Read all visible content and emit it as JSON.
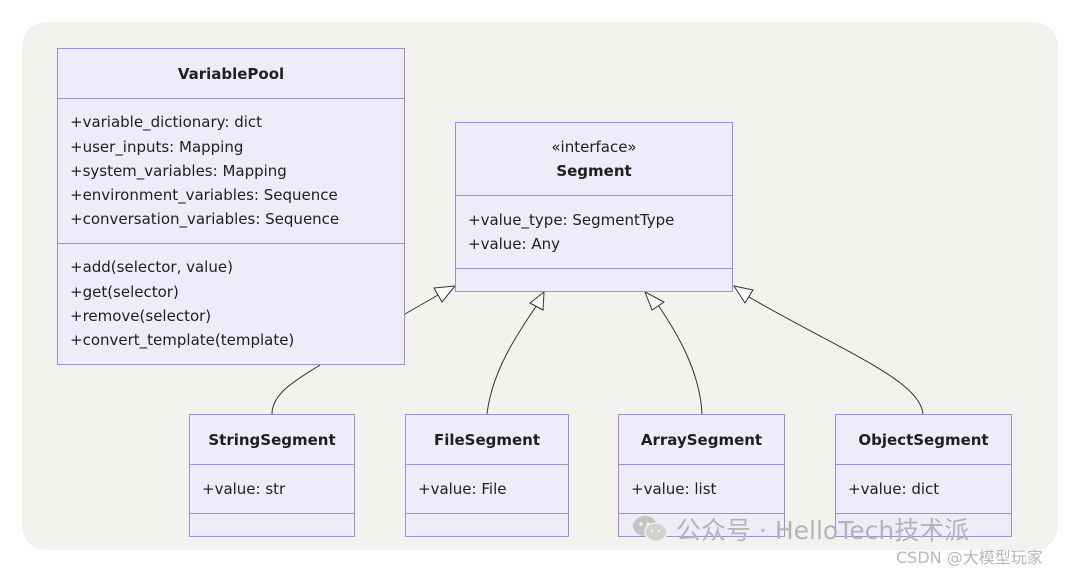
{
  "variable_pool": {
    "name": "VariablePool",
    "attributes": [
      "+variable_dictionary: dict",
      "+user_inputs: Mapping",
      "+system_variables: Mapping",
      "+environment_variables: Sequence",
      "+conversation_variables: Sequence"
    ],
    "methods": [
      "+add(selector, value)",
      "+get(selector)",
      "+remove(selector)",
      "+convert_template(template)"
    ]
  },
  "segment": {
    "stereotype": "«interface»",
    "name": "Segment",
    "attributes": [
      "+value_type: SegmentType",
      "+value: Any"
    ]
  },
  "string_segment": {
    "name": "StringSegment",
    "attributes": [
      "+value: str"
    ]
  },
  "file_segment": {
    "name": "FileSegment",
    "attributes": [
      "+value: File"
    ]
  },
  "array_segment": {
    "name": "ArraySegment",
    "attributes": [
      "+value: list"
    ]
  },
  "object_segment": {
    "name": "ObjectSegment",
    "attributes": [
      "+value: dict"
    ]
  },
  "watermark": {
    "logo_icon": "wechat-icon",
    "text": "公众号 · HelloTech技术派",
    "csdn": "CSDN @大模型玩家"
  },
  "colors": {
    "box_fill": "#ececfa",
    "box_border": "#9d8fdc",
    "edge": "#333333",
    "canvas": "#f3f2ee"
  }
}
